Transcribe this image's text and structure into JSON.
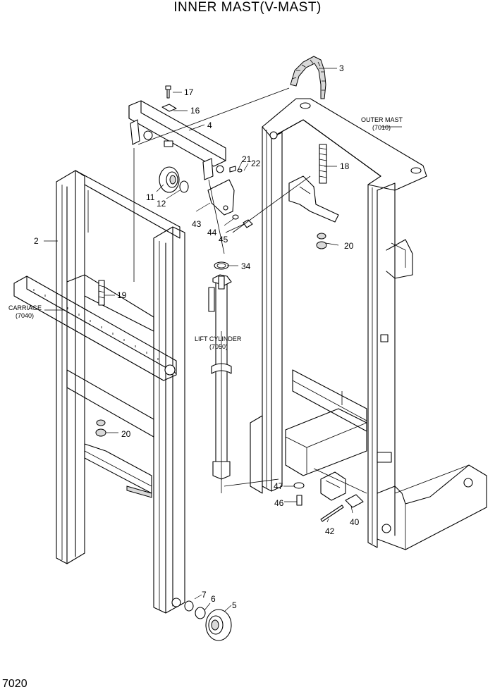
{
  "title": "INNER MAST(V-MAST)",
  "page_number": "7020",
  "assemblies": {
    "outer_mast": {
      "name": "OUTER MAST",
      "ref": "(7010)"
    },
    "carriage": {
      "name": "CARRIAGE",
      "ref": "(7040)"
    },
    "lift_cylinder": {
      "name": "LIFT CYLINDER",
      "ref": "(7050)"
    }
  },
  "callouts": {
    "c2": "2",
    "c3": "3",
    "c4": "4",
    "c5": "5",
    "c6": "6",
    "c7": "7",
    "c11": "11",
    "c12": "12",
    "c16": "16",
    "c17": "17",
    "c18": "18",
    "c19": "19",
    "c20a": "20",
    "c20b": "20",
    "c21": "21",
    "c22": "22",
    "c34": "34",
    "c40": "40",
    "c42": "42",
    "c43": "43",
    "c44": "44",
    "c45": "45",
    "c46": "46",
    "c47": "47"
  }
}
